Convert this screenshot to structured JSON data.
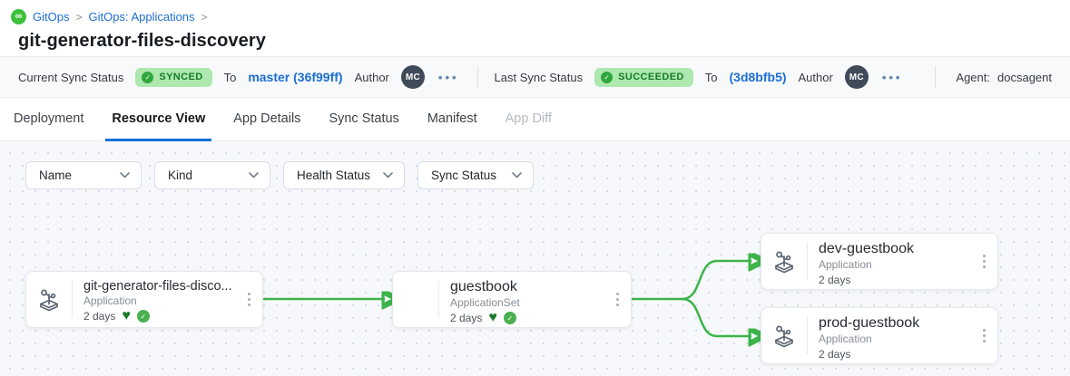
{
  "breadcrumb": {
    "separator": ">",
    "items": [
      {
        "label": "GitOps"
      },
      {
        "label": "GitOps: Applications"
      }
    ]
  },
  "page": {
    "title": "git-generator-files-discovery"
  },
  "status_bar": {
    "current": {
      "label": "Current Sync Status",
      "badge": "SYNCED",
      "to_label": "To",
      "revision": "master (36f99ff)",
      "author_label": "Author",
      "avatar": "MC"
    },
    "last": {
      "label": "Last Sync Status",
      "badge": "SUCCEEDED",
      "to_label": "To",
      "revision": "(3d8bfb5)",
      "author_label": "Author",
      "avatar": "MC"
    },
    "agent": {
      "label": "Agent:",
      "value": "docsagent"
    },
    "more_icon": "•••",
    "check_glyph": "✓"
  },
  "tabs": [
    {
      "label": "Deployment",
      "state": "normal"
    },
    {
      "label": "Resource View",
      "state": "active"
    },
    {
      "label": "App Details",
      "state": "normal"
    },
    {
      "label": "Sync Status",
      "state": "normal"
    },
    {
      "label": "Manifest",
      "state": "normal"
    },
    {
      "label": "App Diff",
      "state": "disabled"
    }
  ],
  "filters": [
    {
      "label": "Name"
    },
    {
      "label": "Kind"
    },
    {
      "label": "Health Status"
    },
    {
      "label": "Sync Status"
    }
  ],
  "graph": {
    "nodes": [
      {
        "title": "git-generator-files-disco...",
        "kind": "Application",
        "age": "2 days",
        "healthy": true,
        "synced": true,
        "icon": "application"
      },
      {
        "title": "guestbook",
        "kind": "ApplicationSet",
        "age": "2 days",
        "healthy": true,
        "synced": true,
        "icon": "none"
      },
      {
        "title": "dev-guestbook",
        "kind": "Application",
        "age": "2 days",
        "healthy": false,
        "synced": false,
        "icon": "application"
      },
      {
        "title": "prod-guestbook",
        "kind": "Application",
        "age": "2 days",
        "healthy": false,
        "synced": false,
        "icon": "application"
      }
    ],
    "edges": [
      {
        "from": "git-generator-files-discovery",
        "to": "guestbook"
      },
      {
        "from": "guestbook",
        "to": "dev-guestbook"
      },
      {
        "from": "guestbook",
        "to": "prod-guestbook"
      }
    ],
    "glyphs": {
      "heart": "♥",
      "check": "✓"
    }
  },
  "colors": {
    "link_blue": "#1b6ed3",
    "badge_green_bg": "#ade8af",
    "badge_green_text": "#167c27",
    "edge_green": "#3cb44a",
    "avatar_bg": "#404a59",
    "brand_green": "#3cc13c"
  }
}
